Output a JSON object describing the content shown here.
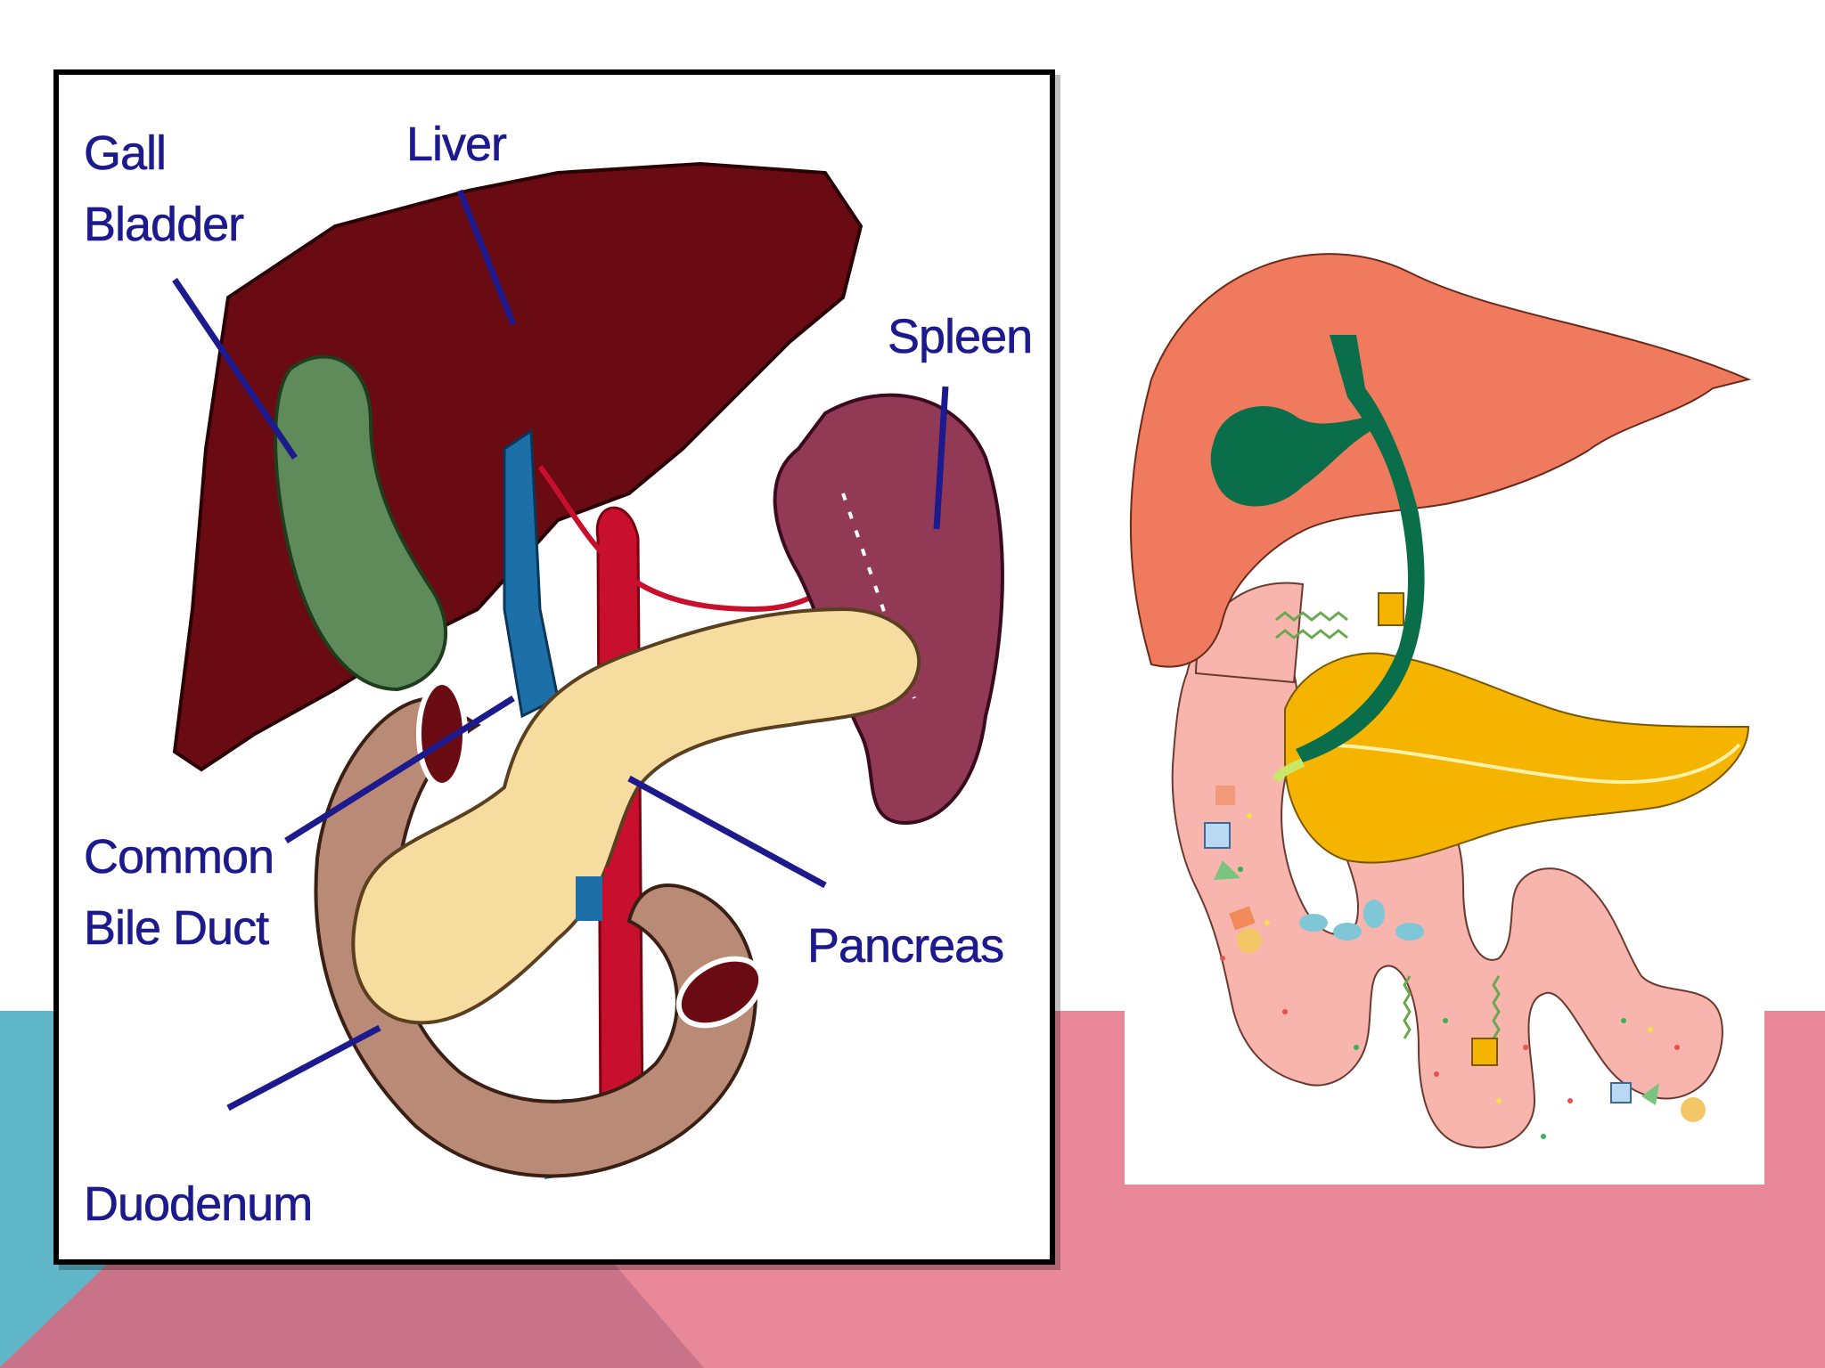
{
  "labels": {
    "gall_bladder_line1": "Gall",
    "gall_bladder_line2": "Bladder",
    "liver": "Liver",
    "spleen": "Spleen",
    "common_bile_duct_line1": "Common",
    "common_bile_duct_line2": "Bile Duct",
    "pancreas": "Pancreas",
    "duodenum": "Duodenum"
  },
  "colors": {
    "label_text": "#1c1a8c",
    "liver_dark": "#6a0a12",
    "gallbladder": "#5f8a5a",
    "spleen": "#923a55",
    "pancreas_left": "#f7dca0",
    "duodenum_left": "#b98a75",
    "vessel_red": "#c8102e",
    "vessel_blue": "#1d6fa8",
    "liver_right": "#f07a5e",
    "gallbladder_right": "#0b6e4a",
    "pancreas_right": "#f5b400",
    "intestine_right": "#f7b5ad",
    "bg_teal": "#5fb6c9",
    "bg_pink": "#e88898",
    "bg_mauve": "#c9738a"
  }
}
